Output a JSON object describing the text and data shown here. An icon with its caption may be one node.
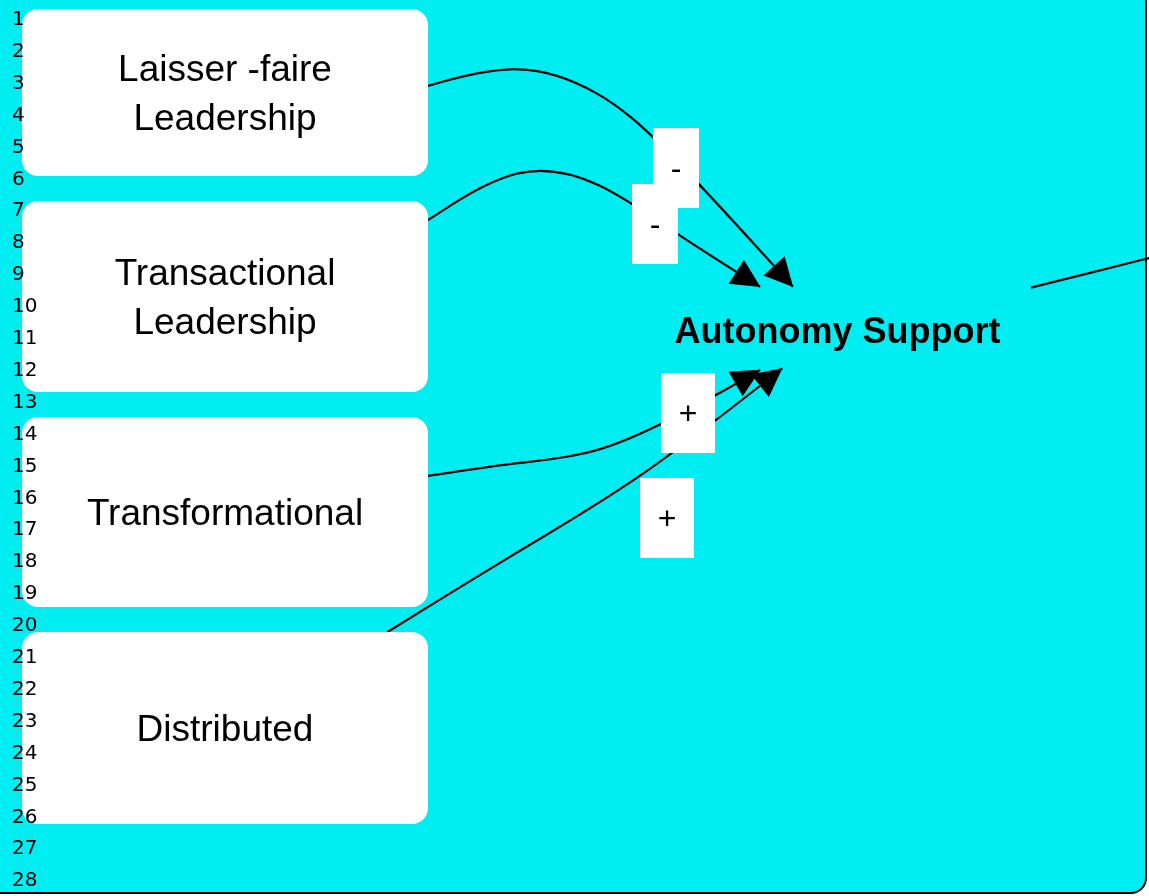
{
  "diagram": {
    "nodes": [
      {
        "text": [
          "Laisser -faire Leadership"
        ]
      },
      {
        "text": [
          "Transactional Leadership"
        ]
      },
      {
        "text": [
          "Transformational"
        ]
      },
      {
        "text": [
          "Distributed"
        ]
      },
      {
        "text": [
          "Autonomy Support"
        ]
      }
    ],
    "edges": [
      {
        "from": 0,
        "to": 4,
        "arrow": "to",
        "label": "-"
      },
      {
        "from": 1,
        "to": 4,
        "arrow": "to",
        "label": "-"
      },
      {
        "from": 2,
        "to": 4,
        "arrow": "to",
        "label": "+"
      },
      {
        "from": 3,
        "to": 4,
        "arrow": "to",
        "label": "+"
      },
      {
        "from": 4,
        "to": null,
        "arrow": "none"
      }
    ],
    "labels": [
      "1",
      "2",
      "3",
      "4",
      "5",
      "6",
      "7",
      "8",
      "9",
      "10",
      "11",
      "12",
      "13",
      "14",
      "15",
      "16",
      "17",
      "18",
      "19",
      "20",
      "21",
      "22",
      "23",
      "24",
      "25",
      "26",
      "27",
      "28"
    ]
  }
}
